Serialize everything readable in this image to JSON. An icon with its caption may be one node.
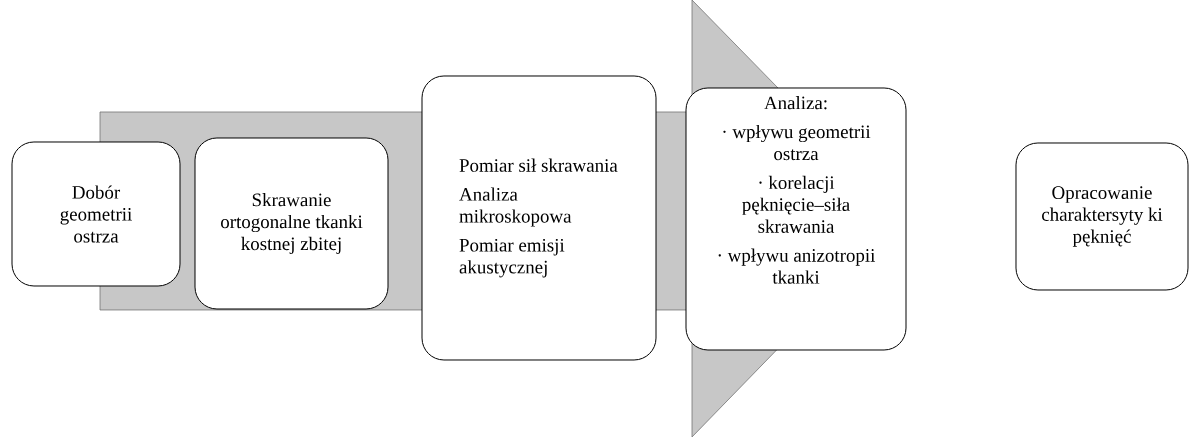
{
  "diagram": {
    "nodes": [
      {
        "text": [
          "Dobór geometrii ostrza"
        ]
      },
      {
        "text": [
          "Skrawanie ortogonalne tkanki kostnej zbitej"
        ]
      },
      {
        "text": [
          "Pomiar sił skrawania",
          "Analiza mikroskopowa",
          "Pomiar emisji akustycznej"
        ]
      },
      {
        "text": [
          "Analiza:",
          "· wpływu geometrii ostrza",
          "· korelacji pęknięcie–siła skrawania",
          "· wpływu anizotropii tkanki"
        ]
      },
      {
        "text": [
          "Opracowanie charaktersyty ki pęknięć"
        ]
      }
    ],
    "edges": [
      {
        "from": 0,
        "to": 4,
        "arrow": "to",
        "style": "thick"
      }
    ]
  }
}
